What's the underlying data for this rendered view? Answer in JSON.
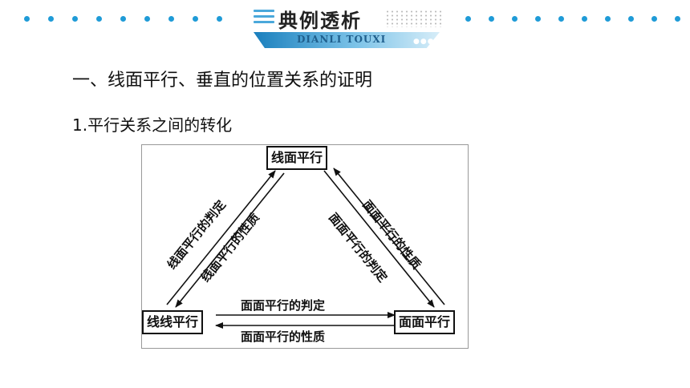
{
  "banner": {
    "title": "典例透析",
    "subtitle": "DIANLI TOUXI",
    "accent_color": "#1f9bd7"
  },
  "heading": "一、线面平行、垂直的位置关系的证明",
  "subheading": "1.平行关系之间的转化",
  "diagram": {
    "nodes": {
      "top": "线面平行",
      "left": "线线平行",
      "right": "面面平行"
    },
    "edges": {
      "left_outer": "线面平行的判定",
      "left_inner": "线面平行的性质",
      "right_outer": "面面平行的性质",
      "right_inner": "面面平行的判定",
      "bottom_top": "面面平行的判定",
      "bottom_bottom": "面面平行的性质"
    }
  }
}
